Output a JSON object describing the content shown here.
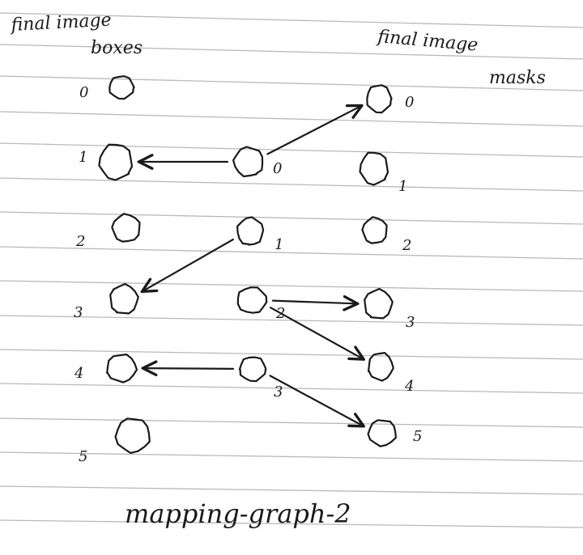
{
  "headers": {
    "left_line1": "final image",
    "left_line2": "boxes",
    "right_line1": "final image",
    "right_line2": "masks"
  },
  "columns": {
    "boxes": [
      "0",
      "1",
      "2",
      "3",
      "4",
      "5"
    ],
    "middle": [
      "0",
      "1",
      "2",
      "3"
    ],
    "masks": [
      "0",
      "1",
      "2",
      "3",
      "4",
      "5"
    ]
  },
  "edges": [
    {
      "from": "middle-0",
      "to": "boxes-1"
    },
    {
      "from": "middle-0",
      "to": "masks-0"
    },
    {
      "from": "middle-1",
      "to": "boxes-3"
    },
    {
      "from": "middle-2",
      "to": "masks-3"
    },
    {
      "from": "middle-2",
      "to": "masks-4"
    },
    {
      "from": "middle-3",
      "to": "boxes-4"
    },
    {
      "from": "middle-3",
      "to": "masks-5"
    }
  ],
  "caption": "mapping-graph-2"
}
